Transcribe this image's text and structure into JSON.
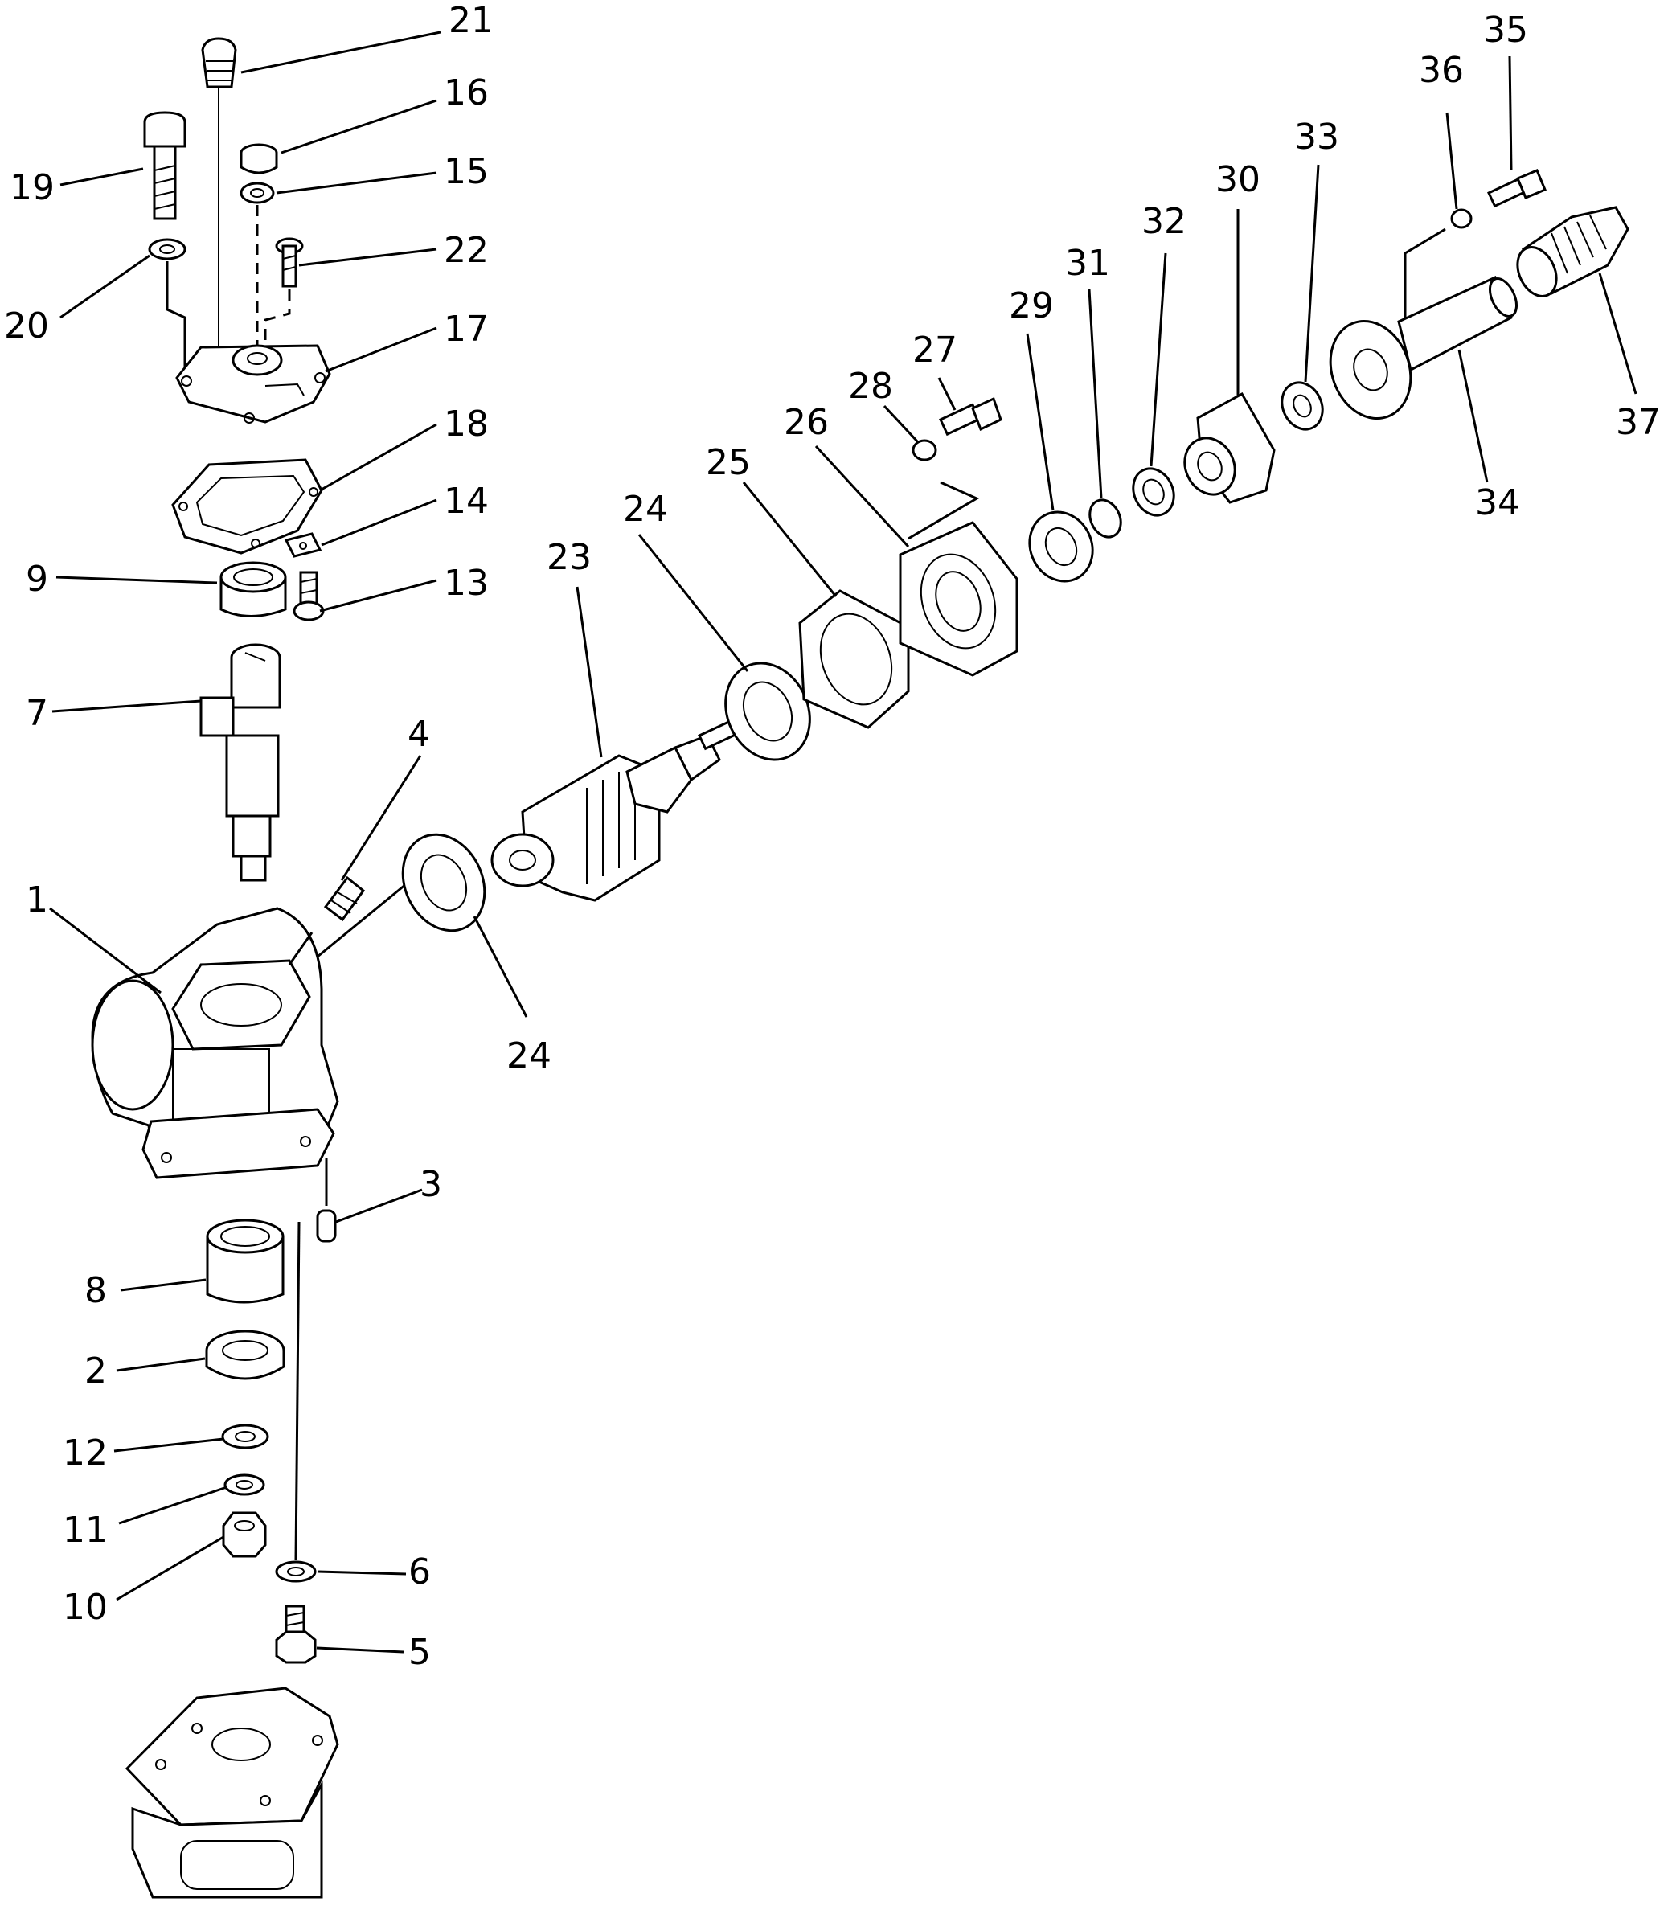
{
  "callouts": [
    {
      "id": "c1",
      "label": "1"
    },
    {
      "id": "c2",
      "label": "2"
    },
    {
      "id": "c3",
      "label": "3"
    },
    {
      "id": "c4",
      "label": "4"
    },
    {
      "id": "c5",
      "label": "5"
    },
    {
      "id": "c6",
      "label": "6"
    },
    {
      "id": "c7",
      "label": "7"
    },
    {
      "id": "c8",
      "label": "8"
    },
    {
      "id": "c9",
      "label": "9"
    },
    {
      "id": "c10",
      "label": "10"
    },
    {
      "id": "c11",
      "label": "11"
    },
    {
      "id": "c12",
      "label": "12"
    },
    {
      "id": "c13",
      "label": "13"
    },
    {
      "id": "c14",
      "label": "14"
    },
    {
      "id": "c15",
      "label": "15"
    },
    {
      "id": "c16",
      "label": "16"
    },
    {
      "id": "c17",
      "label": "17"
    },
    {
      "id": "c18",
      "label": "18"
    },
    {
      "id": "c19",
      "label": "19"
    },
    {
      "id": "c20",
      "label": "20"
    },
    {
      "id": "c21",
      "label": "21"
    },
    {
      "id": "c22",
      "label": "22"
    },
    {
      "id": "c23",
      "label": "23"
    },
    {
      "id": "c24a",
      "label": "24"
    },
    {
      "id": "c24b",
      "label": "24"
    },
    {
      "id": "c25",
      "label": "25"
    },
    {
      "id": "c26",
      "label": "26"
    },
    {
      "id": "c27",
      "label": "27"
    },
    {
      "id": "c28",
      "label": "28"
    },
    {
      "id": "c29",
      "label": "29"
    },
    {
      "id": "c30",
      "label": "30"
    },
    {
      "id": "c31",
      "label": "31"
    },
    {
      "id": "c32",
      "label": "32"
    },
    {
      "id": "c33",
      "label": "33"
    },
    {
      "id": "c34",
      "label": "34"
    },
    {
      "id": "c35",
      "label": "35"
    },
    {
      "id": "c36",
      "label": "36"
    },
    {
      "id": "c37",
      "label": "37"
    }
  ]
}
